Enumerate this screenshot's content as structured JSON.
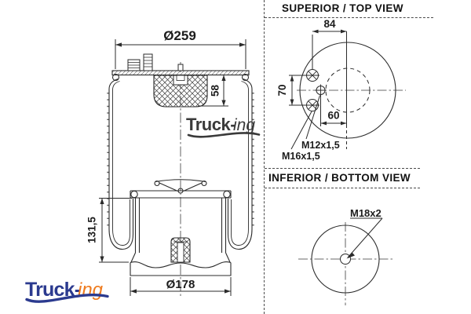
{
  "side_view": {
    "dim_top_plate_diameter": "Ø259",
    "dim_bumper_height": "58",
    "dim_piston_height": "131,5",
    "dim_piston_diameter": "Ø178"
  },
  "top_view": {
    "heading": "SUPERIOR / TOP VIEW",
    "dim_stud_offset": "84",
    "dim_stud_spacing": "70",
    "dim_air_fitting_offset": "60",
    "label_air_fitting_thread": "M12x1,5",
    "label_stud_thread": "M16x1,5"
  },
  "bottom_view": {
    "heading": "INFERIOR / BOTTOM VIEW",
    "label_center_thread": "M18x2"
  },
  "logo": {
    "part1": "Truck-",
    "part2": "ing"
  },
  "colors": {
    "line": "#2b2b2b",
    "logo_blue": "#2b3a8f",
    "logo_orange": "#ee7a1d",
    "logo_gray": "#3a3a3a"
  }
}
